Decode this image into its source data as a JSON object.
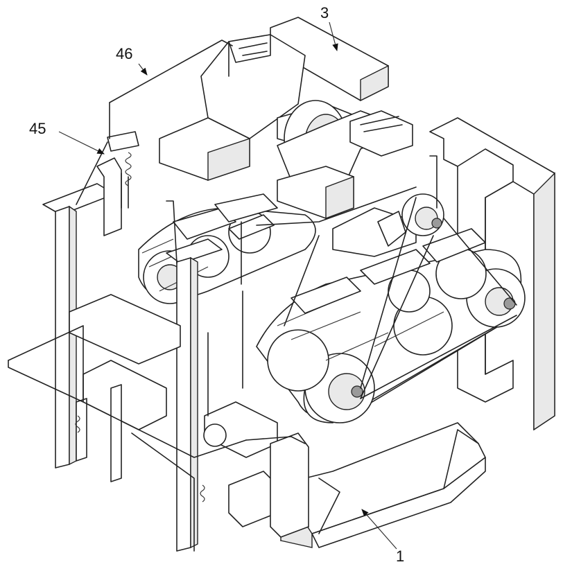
{
  "figure": {
    "labels": [
      {
        "id": "ref-3",
        "text": "3"
      },
      {
        "id": "ref-46",
        "text": "46"
      },
      {
        "id": "ref-45",
        "text": "45"
      },
      {
        "id": "ref-1",
        "text": "1"
      }
    ]
  }
}
